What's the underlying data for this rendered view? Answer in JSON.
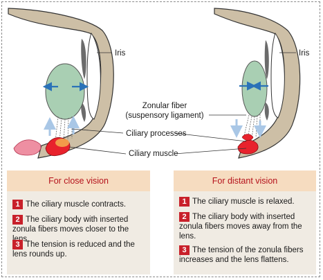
{
  "labels": {
    "iris_left": "Iris",
    "iris_right": "Iris",
    "zonular_line1": "Zonular fiber",
    "zonular_line2": "(suspensory ligament)",
    "ciliary_processes": "Ciliary processes",
    "ciliary_muscle": "Ciliary muscle"
  },
  "panels": {
    "close": {
      "title": "For close vision",
      "steps": [
        {
          "num": "1",
          "line1": "The ciliary muscle contracts.",
          "line2": ""
        },
        {
          "num": "2",
          "line1": "The ciliary body with inserted",
          "line2": "zonula fibers moves closer to the lens."
        },
        {
          "num": "3",
          "line1": "The tension is reduced and the",
          "line2": "lens rounds up."
        }
      ]
    },
    "distant": {
      "title": "For distant vision",
      "steps": [
        {
          "num": "1",
          "line1": "The ciliary muscle is relaxed.",
          "line2": ""
        },
        {
          "num": "2",
          "line1": "The ciliary body with inserted",
          "line2": "zonula fibers moves away from the",
          "line3": "lens."
        },
        {
          "num": "3",
          "line1": "The tension of the zonula fibers",
          "line2": "increases and the lens flattens."
        }
      ]
    }
  },
  "colors": {
    "header_bg": "#f6dcc0",
    "header_text": "#b5121b",
    "panel_bg": "#f0ebe3",
    "badge": "#c8202a",
    "lens": "#a9cfb3",
    "arrow_blue": "#2a72b8",
    "muscle_red": "#e8222c"
  }
}
